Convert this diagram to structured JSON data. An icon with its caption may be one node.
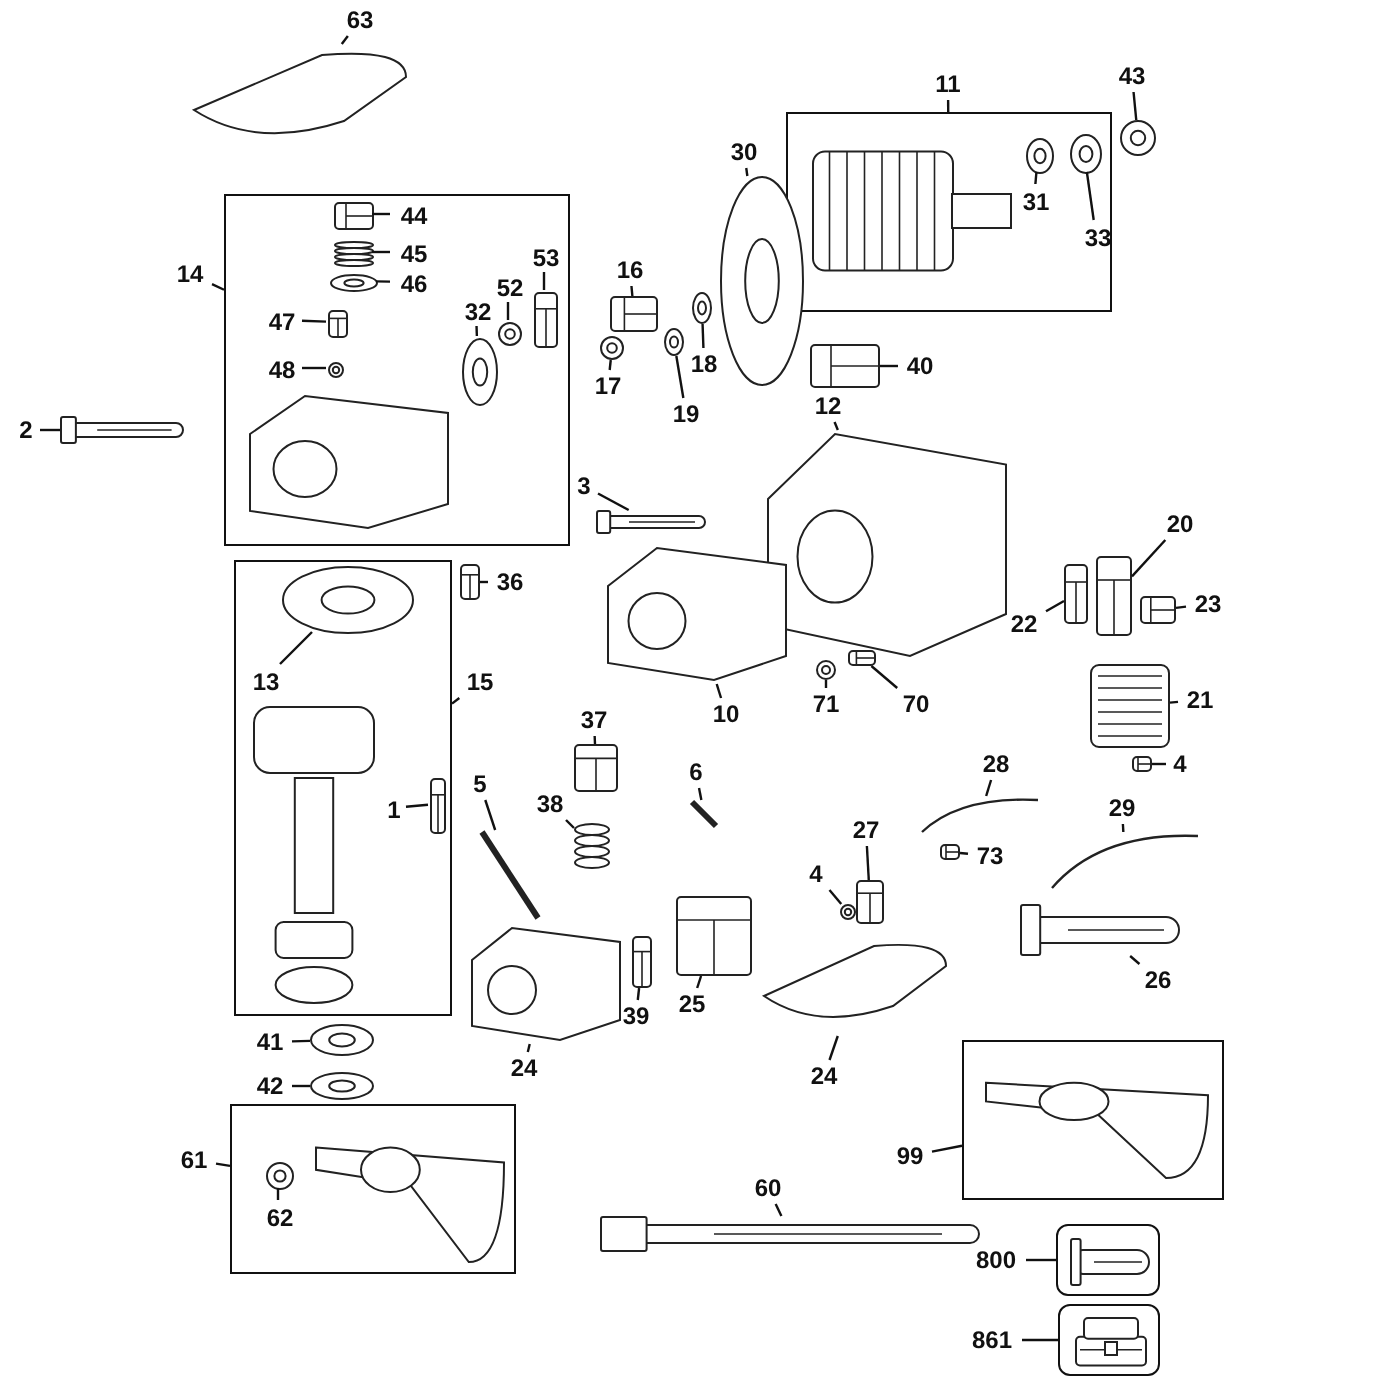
{
  "diagram": {
    "nodes": [
      {
        "text": [],
        "shape": "box"
      },
      {
        "text": [],
        "shape": "picture",
        "in": 0
      },
      {
        "text": [],
        "shape": "picture",
        "in": 0
      },
      {
        "text": [],
        "shape": "picture",
        "in": 0
      },
      {
        "text": [],
        "shape": "box"
      },
      {
        "text": [],
        "shape": "picture",
        "in": 4
      },
      {
        "text": [],
        "shape": "picture",
        "in": 4
      },
      {
        "text": [],
        "shape": "picture",
        "in": 4
      },
      {
        "text": [],
        "shape": "picture",
        "in": 4
      },
      {
        "text": [],
        "shape": "picture",
        "in": 4
      },
      {
        "text": [],
        "shape": "picture",
        "in": 4
      },
      {
        "text": [],
        "shape": "picture",
        "in": 4
      },
      {
        "text": [],
        "shape": "picture",
        "in": 4
      },
      {
        "text": [],
        "shape": "picture",
        "in": 4
      },
      {
        "text": [],
        "shape": "box"
      },
      {
        "text": [],
        "shape": "picture",
        "in": 14
      },
      {
        "text": [],
        "shape": "picture",
        "in": 14
      },
      {
        "text": [],
        "shape": "picture",
        "in": 14
      },
      {
        "text": [],
        "shape": "box"
      },
      {
        "text": [],
        "shape": "picture",
        "in": 18
      },
      {
        "text": [],
        "shape": "picture",
        "in": 18
      },
      {
        "text": [],
        "shape": "box"
      },
      {
        "text": [],
        "shape": "picture",
        "in": 21
      },
      {
        "text": [],
        "shape": "box"
      },
      {
        "text": [],
        "shape": "picture",
        "in": 23
      },
      {
        "text": [],
        "shape": "box"
      },
      {
        "text": [],
        "shape": "picture",
        "in": 25
      },
      {
        "text": [],
        "shape": "picture"
      },
      {
        "text": [],
        "shape": "picture"
      },
      {
        "text": [],
        "shape": "picture"
      },
      {
        "text": [],
        "shape": "picture"
      },
      {
        "text": [],
        "shape": "picture"
      },
      {
        "text": [],
        "shape": "picture"
      },
      {
        "text": [],
        "shape": "picture"
      },
      {
        "text": [],
        "shape": "picture"
      },
      {
        "text": [],
        "shape": "picture"
      },
      {
        "text": [],
        "shape": "picture"
      },
      {
        "text": [],
        "shape": "picture"
      },
      {
        "text": [],
        "shape": "picture"
      },
      {
        "text": [],
        "shape": "picture"
      },
      {
        "text": [],
        "shape": "picture"
      },
      {
        "text": [],
        "shape": "picture"
      },
      {
        "text": [],
        "shape": "picture"
      },
      {
        "text": [],
        "shape": "picture"
      },
      {
        "text": [],
        "shape": "picture"
      },
      {
        "text": [],
        "shape": "picture"
      },
      {
        "text": [],
        "shape": "picture"
      },
      {
        "text": [],
        "shape": "picture"
      },
      {
        "text": [],
        "shape": "picture"
      },
      {
        "text": [],
        "shape": "picture"
      },
      {
        "text": [],
        "shape": "picture"
      },
      {
        "text": [],
        "shape": "picture"
      },
      {
        "text": [],
        "shape": "picture"
      },
      {
        "text": [],
        "shape": "picture"
      },
      {
        "text": [],
        "shape": "picture"
      },
      {
        "text": [],
        "shape": "picture"
      },
      {
        "text": [],
        "shape": "picture"
      },
      {
        "text": [],
        "shape": "picture"
      },
      {
        "text": [],
        "shape": "picture"
      },
      {
        "text": [],
        "shape": "picture"
      },
      {
        "text": [],
        "shape": "picture"
      },
      {
        "text": [],
        "shape": "picture"
      },
      {
        "text": [],
        "shape": "picture"
      },
      {
        "text": [],
        "shape": "picture"
      },
      {
        "text": [
          "63"
        ]
      },
      {
        "text": [
          "11"
        ]
      },
      {
        "text": [
          "43"
        ]
      },
      {
        "text": [
          "30"
        ]
      },
      {
        "text": [
          "31"
        ],
        "in": 0
      },
      {
        "text": [
          "44"
        ],
        "in": 4
      },
      {
        "text": [
          "33"
        ],
        "in": 0
      },
      {
        "text": [
          "45"
        ],
        "in": 4
      },
      {
        "text": [
          "53"
        ],
        "in": 4
      },
      {
        "text": [
          "16"
        ]
      },
      {
        "text": [
          "14"
        ]
      },
      {
        "text": [
          "46"
        ],
        "in": 4
      },
      {
        "text": [
          "52"
        ],
        "in": 4
      },
      {
        "text": [
          "32"
        ],
        "in": 4
      },
      {
        "text": [
          "47"
        ],
        "in": 4
      },
      {
        "text": [
          "48"
        ],
        "in": 4
      },
      {
        "text": [
          "40"
        ]
      },
      {
        "text": [
          "17"
        ]
      },
      {
        "text": [
          "18"
        ]
      },
      {
        "text": [
          "19"
        ]
      },
      {
        "text": [
          "12"
        ]
      },
      {
        "text": [
          "2"
        ]
      },
      {
        "text": [
          "3"
        ]
      },
      {
        "text": [
          "20"
        ]
      },
      {
        "text": [
          "36"
        ]
      },
      {
        "text": [
          "23"
        ]
      },
      {
        "text": [
          "22"
        ]
      },
      {
        "text": [
          "13"
        ],
        "in": 14
      },
      {
        "text": [
          "15"
        ]
      },
      {
        "text": [
          "70"
        ]
      },
      {
        "text": [
          "71"
        ]
      },
      {
        "text": [
          "10"
        ]
      },
      {
        "text": [
          "21"
        ]
      },
      {
        "text": [
          "37"
        ]
      },
      {
        "text": [
          "4"
        ]
      },
      {
        "text": [
          "5"
        ]
      },
      {
        "text": [
          "6"
        ]
      },
      {
        "text": [
          "28"
        ]
      },
      {
        "text": [
          "38"
        ]
      },
      {
        "text": [
          "1"
        ],
        "in": 14
      },
      {
        "text": [
          "29"
        ]
      },
      {
        "text": [
          "27"
        ]
      },
      {
        "text": [
          "73"
        ]
      },
      {
        "text": [
          "4"
        ]
      },
      {
        "text": [
          "26"
        ]
      },
      {
        "text": [
          "25"
        ]
      },
      {
        "text": [
          "39"
        ]
      },
      {
        "text": [
          "41"
        ]
      },
      {
        "text": [
          "24"
        ]
      },
      {
        "text": [
          "24"
        ]
      },
      {
        "text": [
          "42"
        ]
      },
      {
        "text": [
          "99"
        ]
      },
      {
        "text": [
          "61"
        ]
      },
      {
        "text": [
          "60"
        ]
      },
      {
        "text": [
          "62"
        ],
        "in": 18
      },
      {
        "text": [
          "800"
        ]
      },
      {
        "text": [
          "861"
        ]
      }
    ],
    "edges": [
      {
        "from": 64,
        "to": 27,
        "arrow": "none"
      },
      {
        "from": 65,
        "to": 0,
        "arrow": "none"
      },
      {
        "from": 66,
        "to": 28,
        "arrow": "none"
      },
      {
        "from": 67,
        "to": 29,
        "arrow": "none"
      },
      {
        "from": 68,
        "to": 2,
        "arrow": "none"
      },
      {
        "from": 69,
        "to": 5,
        "arrow": "none"
      },
      {
        "from": 70,
        "to": 3,
        "arrow": "none"
      },
      {
        "from": 71,
        "to": 6,
        "arrow": "none"
      },
      {
        "from": 72,
        "to": 10,
        "arrow": "none"
      },
      {
        "from": 73,
        "to": 31,
        "arrow": "none"
      },
      {
        "from": 74,
        "to": 4,
        "arrow": "none"
      },
      {
        "from": 75,
        "to": 7,
        "arrow": "none"
      },
      {
        "from": 76,
        "to": 11,
        "arrow": "none"
      },
      {
        "from": 77,
        "to": 12,
        "arrow": "none"
      },
      {
        "from": 78,
        "to": 8,
        "arrow": "none"
      },
      {
        "from": 79,
        "to": 9,
        "arrow": "none"
      },
      {
        "from": 80,
        "to": 35,
        "arrow": "none"
      },
      {
        "from": 81,
        "to": 32,
        "arrow": "none"
      },
      {
        "from": 82,
        "to": 33,
        "arrow": "none"
      },
      {
        "from": 83,
        "to": 34,
        "arrow": "none"
      },
      {
        "from": 84,
        "to": 36,
        "arrow": "none"
      },
      {
        "from": 85,
        "to": 30,
        "arrow": "none"
      },
      {
        "from": 86,
        "to": 37,
        "arrow": "none"
      },
      {
        "from": 87,
        "to": 39,
        "arrow": "none"
      },
      {
        "from": 88,
        "to": 46,
        "arrow": "none"
      },
      {
        "from": 89,
        "to": 41,
        "arrow": "none"
      },
      {
        "from": 90,
        "to": 40,
        "arrow": "none"
      },
      {
        "from": 91,
        "to": 15,
        "arrow": "none"
      },
      {
        "from": 92,
        "to": 14,
        "arrow": "none"
      },
      {
        "from": 93,
        "to": 45,
        "arrow": "none"
      },
      {
        "from": 94,
        "to": 44,
        "arrow": "none"
      },
      {
        "from": 95,
        "to": 38,
        "arrow": "none"
      },
      {
        "from": 96,
        "to": 42,
        "arrow": "none"
      },
      {
        "from": 97,
        "to": 49,
        "arrow": "none"
      },
      {
        "from": 98,
        "to": 43,
        "arrow": "none"
      },
      {
        "from": 99,
        "to": 51,
        "arrow": "none"
      },
      {
        "from": 100,
        "to": 52,
        "arrow": "none"
      },
      {
        "from": 101,
        "to": 55,
        "arrow": "none"
      },
      {
        "from": 102,
        "to": 50,
        "arrow": "none"
      },
      {
        "from": 103,
        "to": 17,
        "arrow": "none"
      },
      {
        "from": 104,
        "to": 57,
        "arrow": "none"
      },
      {
        "from": 105,
        "to": 53,
        "arrow": "none"
      },
      {
        "from": 106,
        "to": 56,
        "arrow": "none"
      },
      {
        "from": 107,
        "to": 54,
        "arrow": "none"
      },
      {
        "from": 108,
        "to": 58,
        "arrow": "none"
      },
      {
        "from": 109,
        "to": 61,
        "arrow": "none"
      },
      {
        "from": 110,
        "to": 60,
        "arrow": "none"
      },
      {
        "from": 111,
        "to": 47,
        "arrow": "none"
      },
      {
        "from": 112,
        "to": 59,
        "arrow": "none"
      },
      {
        "from": 113,
        "to": 62,
        "arrow": "none"
      },
      {
        "from": 114,
        "to": 48,
        "arrow": "none"
      },
      {
        "from": 115,
        "to": 21,
        "arrow": "none"
      },
      {
        "from": 116,
        "to": 18,
        "arrow": "none"
      },
      {
        "from": 117,
        "to": 63,
        "arrow": "none"
      },
      {
        "from": 118,
        "to": 20,
        "arrow": "none"
      },
      {
        "from": 119,
        "to": 23,
        "arrow": "none"
      },
      {
        "from": 120,
        "to": 25,
        "arrow": "none"
      }
    ]
  }
}
